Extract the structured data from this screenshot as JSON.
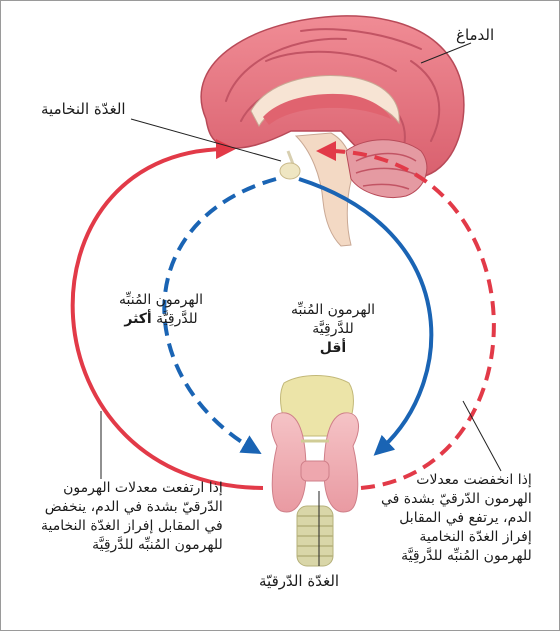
{
  "labels": {
    "brain": "الدماغ",
    "pituitary": "الغدّة النخامية",
    "thyroid": "الغدّة الدّرقيّة",
    "more_line1": "الهرمون المُنبِّه",
    "more_line2_a": "للدَّرقِيَّة ",
    "more_line2_b": "أكثر",
    "less_line1": "الهرمون المُنبِّه",
    "less_line2": "للدَّرقِيَّة",
    "less_line3": "أقل"
  },
  "notes": {
    "rise": [
      "إذا ارتفعت معدلات الهرمون",
      "الدّرقيّ بشدة في الدم، ينخفض",
      "في المقابل إفراز الغدّة النخامية",
      "للهرمون المُنبِّه للدَّرقِيَّة"
    ],
    "fall": [
      "إذا انخفضت معدلات",
      "الهرمون الدّرقيّ بشدة في",
      "الدم، يرتفع في المقابل",
      "إفراز الغدّة النخامية",
      "للهرمون المُنبِّه للدَّرقِيَّة"
    ]
  },
  "colors": {
    "red": "#e23a48",
    "blue": "#1a64b4",
    "brain_pink": "#e8858e",
    "thyroid_pink": "#f2b4b8",
    "larynx": "#e6dfa4"
  }
}
